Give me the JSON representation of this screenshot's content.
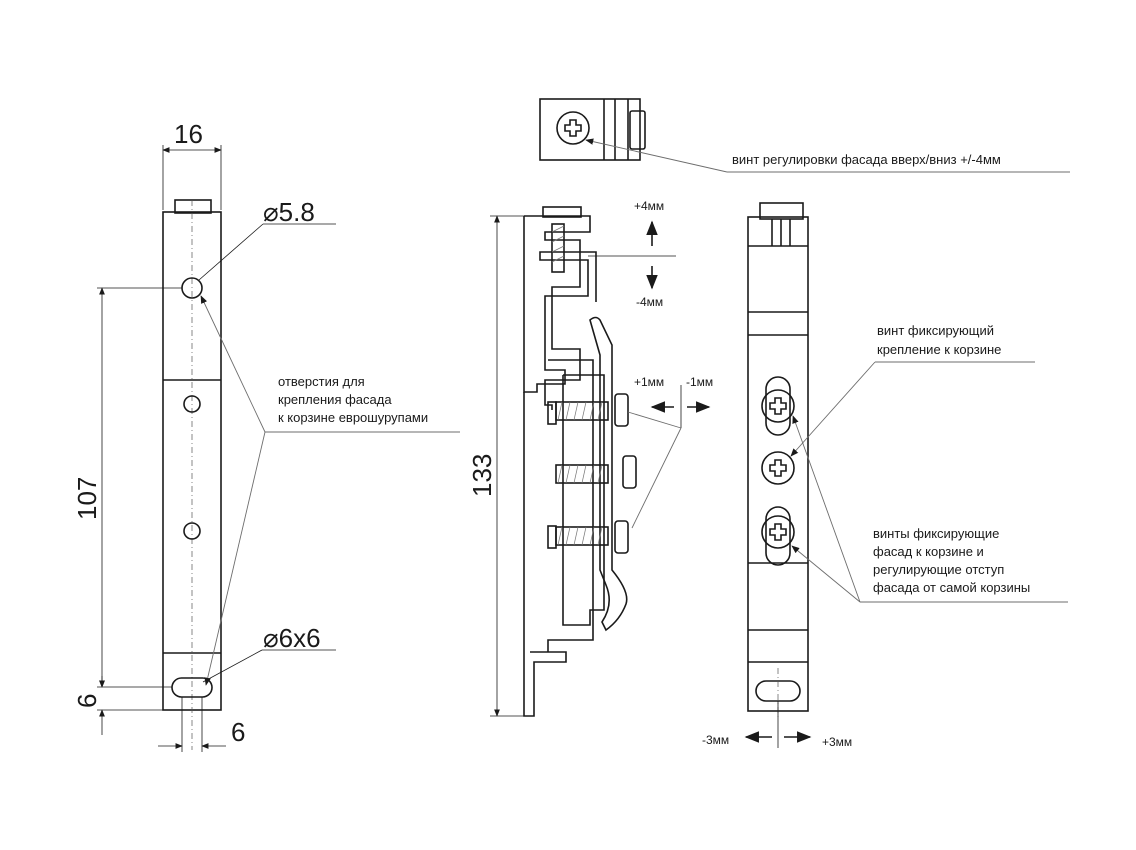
{
  "dimensions": {
    "width_top": "16",
    "hole_diameter": "5.8",
    "height_between_holes": "107",
    "slot_size": "6x6",
    "slot_offset_bottom": "6",
    "slot_offset_side": "6",
    "total_height": "133"
  },
  "symbols": {
    "diameter": "⌀"
  },
  "adjustments": {
    "up": "+4мм",
    "down": "-4мм",
    "depth_plus": "+1мм",
    "depth_minus": "-1мм",
    "side_minus": "-3мм",
    "side_plus": "+3мм"
  },
  "labels": {
    "top_screw": "винт регулировки фасада вверх/вниз +/-4мм",
    "mount_holes": [
      "отверстия для",
      "крепления фасада",
      "к корзине еврошурупами"
    ],
    "fix_screw": [
      "винт фиксирующий",
      "крепление к корзине"
    ],
    "facade_screws": [
      "винты фиксирующие",
      "фасад к корзине и",
      "регулирующие отступ",
      "фасада  от самой корзины"
    ]
  }
}
